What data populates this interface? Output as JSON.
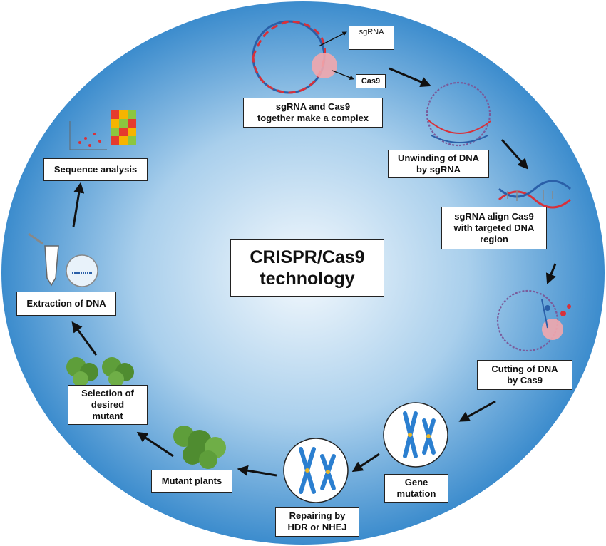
{
  "center": {
    "line1": "CRISPR/Cas9",
    "line2": "technology"
  },
  "complex_tags": {
    "sgrna": "sgRNA",
    "cas9": "Cas9"
  },
  "steps": [
    {
      "line1": "sgRNA and Cas9",
      "line2": "together make a complex"
    },
    {
      "line1": "Unwinding of DNA",
      "line2": "by sgRNA"
    },
    {
      "line1": "sgRNA align Cas9",
      "line2": "with targeted DNA",
      "line3": "region"
    },
    {
      "line1": "Cutting of DNA",
      "line2": "by Cas9"
    },
    {
      "line1": "Gene",
      "line2": "mutation"
    },
    {
      "line1": "Repairing by",
      "line2": "HDR or NHEJ"
    },
    {
      "line1": "Mutant plants"
    },
    {
      "line1": "Selection of",
      "line2": "desired",
      "line3": "mutant"
    },
    {
      "line1": "Extraction of DNA"
    },
    {
      "line1": "Sequence analysis"
    }
  ],
  "colors": {
    "circle_center": "#f4f9fd",
    "circle_edge": "#3c8ccd",
    "dna_red": "#d8313a",
    "dna_blue": "#2a5fa8",
    "cas9_pink": "#f2a7ad",
    "chromosome_blue": "#2b7fd0",
    "chromosome_yellow": "#e8b72a",
    "plant_green": "#5e9e3a",
    "arrow": "#111111"
  }
}
